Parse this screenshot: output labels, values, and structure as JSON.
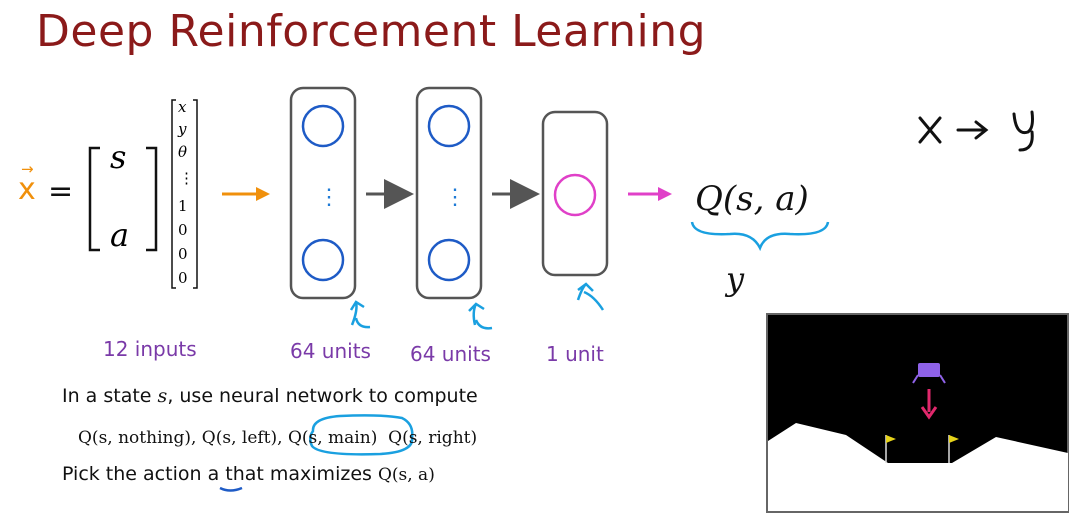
{
  "title": "Deep Reinforcement Learning",
  "input": {
    "x_symbol": "x",
    "x_arrow": "→",
    "equals": "=",
    "vector": [
      "s",
      "a"
    ],
    "column": [
      "x",
      "y",
      "θ",
      "⋮",
      "1",
      "0",
      "0",
      "0"
    ]
  },
  "network": {
    "dots": "⋮",
    "labels": [
      "12 inputs",
      "64 units",
      "64 units",
      "1 unit"
    ]
  },
  "output": {
    "expression": "Q(s, a)",
    "target": "y"
  },
  "handwritten": {
    "mapping": "x → y"
  },
  "text": {
    "line1_prefix": "In a state ",
    "line1_var": "s",
    "line1_suffix": ", use neural network to compute",
    "q_nothing": "Q(s, nothing),",
    "q_left": "Q(s, left),",
    "q_main": "Q(s, main)",
    "q_right": "Q(s, right)",
    "line3_prefix": "Pick the action ",
    "line3_a": "a",
    "line3_mid": " that maximizes ",
    "line3_q": "Q(s, a)"
  },
  "colors": {
    "title": "#8b1a1a",
    "input_arrow": "#f0900c",
    "output_arrow": "#e040c8",
    "unit_circle": "#1e5bc6",
    "output_unit": "#e040c8",
    "annotation": "#1aa0e0",
    "label": "#7a3aa8"
  }
}
